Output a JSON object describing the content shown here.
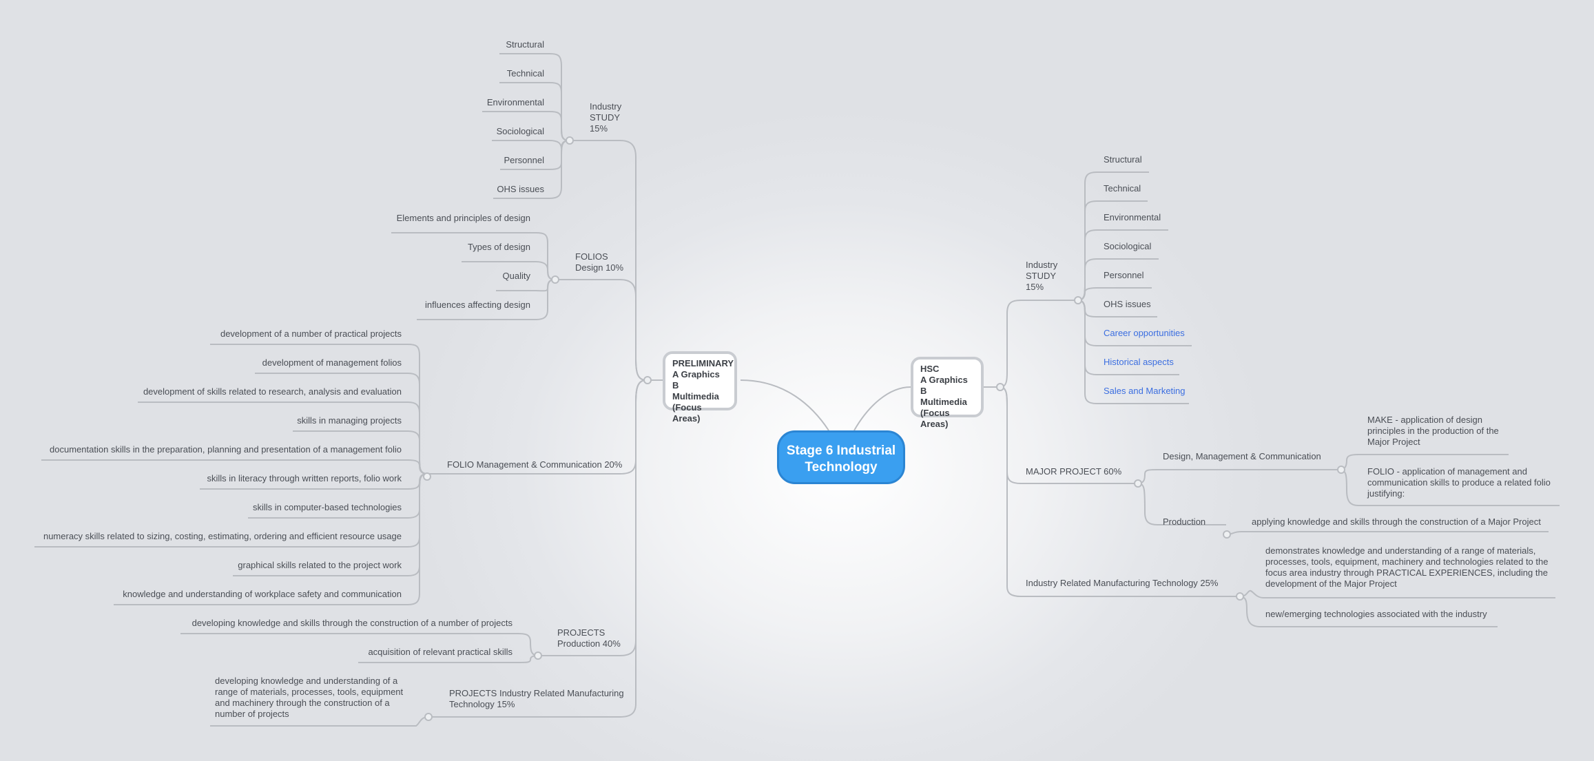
{
  "central": {
    "label": "Stage 6 Industrial Technology"
  },
  "preliminary": {
    "label": "PRELIMINARY\nA Graphics\nB Multimedia\n(Focus Areas)",
    "industry_study": {
      "label": "Industry\nSTUDY\n15%",
      "items": [
        "Structural",
        "Technical",
        "Environmental",
        "Sociological",
        "Personnel",
        "OHS issues"
      ]
    },
    "folios_design": {
      "label": "FOLIOS\nDesign 10%",
      "items": [
        "Elements and principles of design",
        "Types of design",
        "Quality",
        "influences affecting design"
      ]
    },
    "folio_management": {
      "label": "FOLIO Management & Communication 20%",
      "items": [
        "development of a number of practical projects",
        "development of management folios",
        "development of skills related to research, analysis and evaluation",
        "skills in managing projects",
        "documentation skills in the preparation, planning and presentation of a management folio",
        "skills in literacy through written reports, folio work",
        "skills in computer-based technologies",
        "numeracy skills related to sizing, costing, estimating, ordering and efficient resource usage",
        "graphical skills related to the project work",
        "knowledge and understanding of workplace safety and communication"
      ]
    },
    "projects_production": {
      "label": "PROJECTS\nProduction 40%",
      "items": [
        "developing knowledge and skills through the construction of a number of projects",
        "acquisition of relevant practical skills"
      ]
    },
    "projects_irmt": {
      "label": "PROJECTS Industry Related Manufacturing Technology 15%",
      "items": [
        "developing knowledge and understanding of a range of materials, processes, tools, equipment and machinery through the construction of a number of projects"
      ]
    }
  },
  "hsc": {
    "label": "HSC\nA Graphics\nB Multimedia\n(Focus Areas)",
    "industry_study": {
      "label": "Industry\nSTUDY\n15%",
      "items": [
        "Structural",
        "Technical",
        "Environmental",
        "Sociological",
        "Personnel",
        "OHS issues"
      ],
      "link_items": [
        "Career opportunities",
        "Historical aspects",
        "Sales and Marketing"
      ]
    },
    "major_project": {
      "label": "MAJOR PROJECT 60%",
      "design": {
        "label": "Design, Management & Communication",
        "items": [
          "MAKE - application of design principles in the production of the Major Project",
          "FOLIO - application of management and communication skills to produce a related folio justifying:"
        ]
      },
      "production": {
        "label": "Production",
        "items": [
          "applying knowledge and skills through the construction of a Major Project"
        ]
      }
    },
    "irmt": {
      "label": "Industry Related Manufacturing Technology 25%",
      "items": [
        "demonstrates knowledge and understanding of a range of materials, processes, tools, equipment, machinery and technologies related to the focus area industry through PRACTICAL EXPERIENCES, including the development of the Major Project",
        "new/emerging technologies associated with the industry"
      ]
    }
  }
}
